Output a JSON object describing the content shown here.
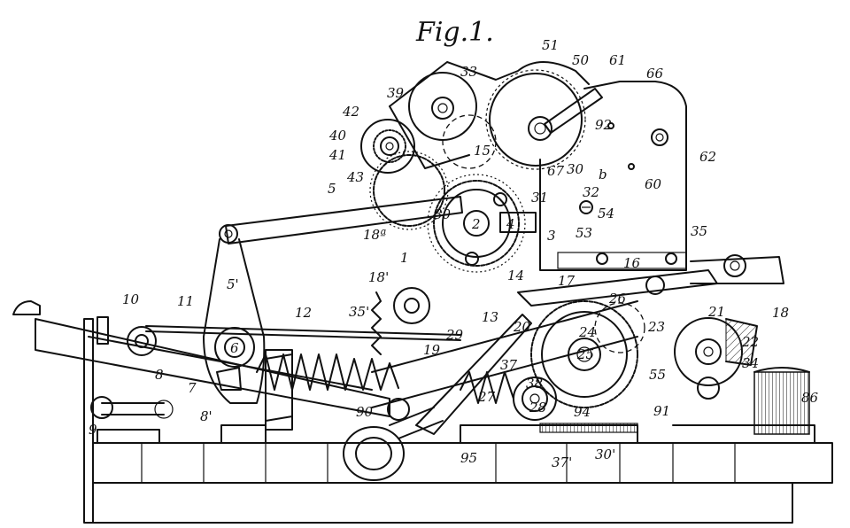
{
  "figure": {
    "title": "Fig.1."
  },
  "labels": {
    "l51": "51",
    "l50": "50",
    "l61": "61",
    "l66": "66",
    "l33": "33",
    "l39": "39",
    "l92": "92",
    "l62": "62",
    "l42": "42",
    "l40": "40",
    "l41": "41",
    "l15": "15",
    "l67": "67",
    "l30": "30",
    "lb": "b",
    "l60": "60",
    "l43": "43",
    "l5": "5",
    "l31": "31",
    "l32": "32",
    "l54": "54",
    "l30b": "30",
    "l2": "2",
    "l4": "4",
    "l3": "3",
    "l53": "53",
    "l35": "35",
    "l18a": "18ª",
    "l1": "1",
    "l5p": "5'",
    "l14": "14",
    "l16": "16",
    "l18p": "18'",
    "l17": "17",
    "l26": "26",
    "l21": "21",
    "l18": "18",
    "l10": "10",
    "l11": "11",
    "l35p": "35'",
    "l13": "13",
    "l12": "12",
    "l6": "6",
    "l29": "29",
    "l20": "20",
    "l24": "24",
    "l23": "23",
    "l22": "22",
    "l19": "19",
    "l25": "25",
    "l34": "34",
    "l8": "8",
    "l7": "7",
    "l37": "37",
    "l38": "38",
    "l28": "28",
    "l55": "55",
    "l8p": "8'",
    "l90": "90",
    "l27": "27",
    "l91": "91",
    "l86": "86",
    "l9": "9",
    "l95": "95",
    "l37p": "37'",
    "l30p": "30'",
    "l94": "94"
  }
}
